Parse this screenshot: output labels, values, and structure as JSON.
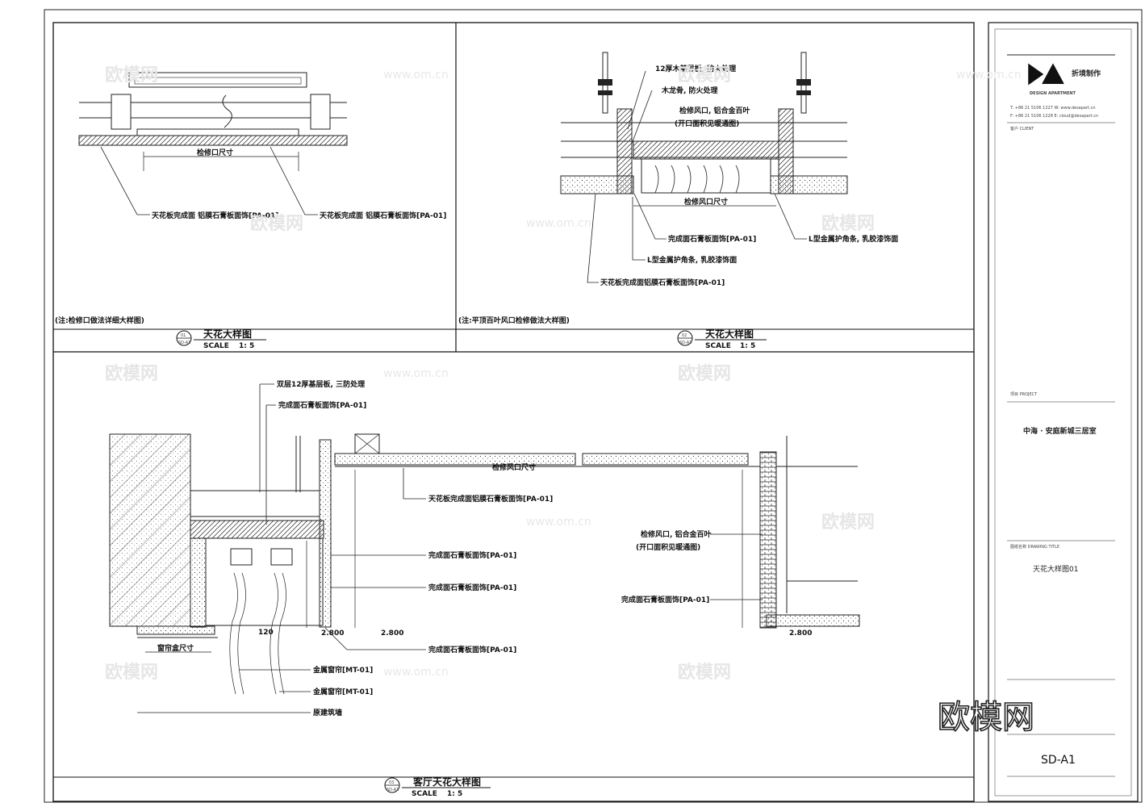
{
  "watermark": {
    "brand": "欧模网",
    "url": "www.om.cn",
    "overlay": "欧模网"
  },
  "detail_a": {
    "note": "(注:检修口做法详细大样图)",
    "title": "天花大样图",
    "number": "01",
    "ref": "SD-A1",
    "scale": "1: 5",
    "callouts": [
      "天花板完成面 铝膜石膏板面饰[PA-01]",
      "天花板完成面 铝膜石膏板面饰[PA-01]"
    ],
    "dim": "检修口尺寸"
  },
  "detail_b": {
    "note": "(注:平顶百叶风口检修做法大样图)",
    "title": "天花大样图",
    "number": "02",
    "ref": "SD-A1",
    "scale": "1: 5",
    "callouts": [
      "12厚木基层板, 防火处理",
      "木龙骨, 防火处理",
      "检修风口, 铝合金百叶",
      "(开口面积见暖通图)",
      "完成面石膏板面饰[PA-01]",
      "L型金属护角条, 乳胶漆饰面",
      "L型金属护角条, 乳胶漆饰面",
      "天花板完成面铝膜石膏板面饰[PA-01]"
    ],
    "dim": "检修风口尺寸"
  },
  "detail_c": {
    "title": "客厅天花大样图",
    "number": "03",
    "ref": "SD-A1",
    "scale": "1: 5",
    "callouts_left": [
      "双层12厚基层板, 三防处理",
      "完成面石膏板面饰[PA-01]",
      "天花板完成面铝膜石膏板面饰[PA-01]",
      "完成面石膏板面饰[PA-01]",
      "完成面石膏板面饰[PA-01]",
      "完成面石膏板面饰[PA-01]",
      "金属窗帘[MT-01]",
      "金属窗帘[MT-01]",
      "原建筑墙"
    ],
    "callouts_right": [
      "检修风口, 铝合金百叶",
      "(开口面积见暖通图)",
      "完成面石膏板面饰[PA-01]"
    ],
    "dims": [
      "检修风口尺寸",
      "窗帘盒尺寸",
      "120",
      "2.800",
      "2.800",
      "2.800"
    ]
  },
  "title_block": {
    "company_cn": "折境制作",
    "company_en": "DESIGN APARTMENT",
    "contact_1": "T: +86 21 5106 1227  W: www.desapart.cn",
    "contact_2": "F: +86 21 5106 1228  E: cloud@desapart.cn",
    "project_label": "项目 PROJECT",
    "client_label": "客户 CLIENT",
    "project_name": "中海 · 安庭新城三居室",
    "drawing_title_label": "图纸名称 DRAWING TITLE",
    "drawing_title": "天花大样图01",
    "sheet_no": "SD-A1"
  }
}
